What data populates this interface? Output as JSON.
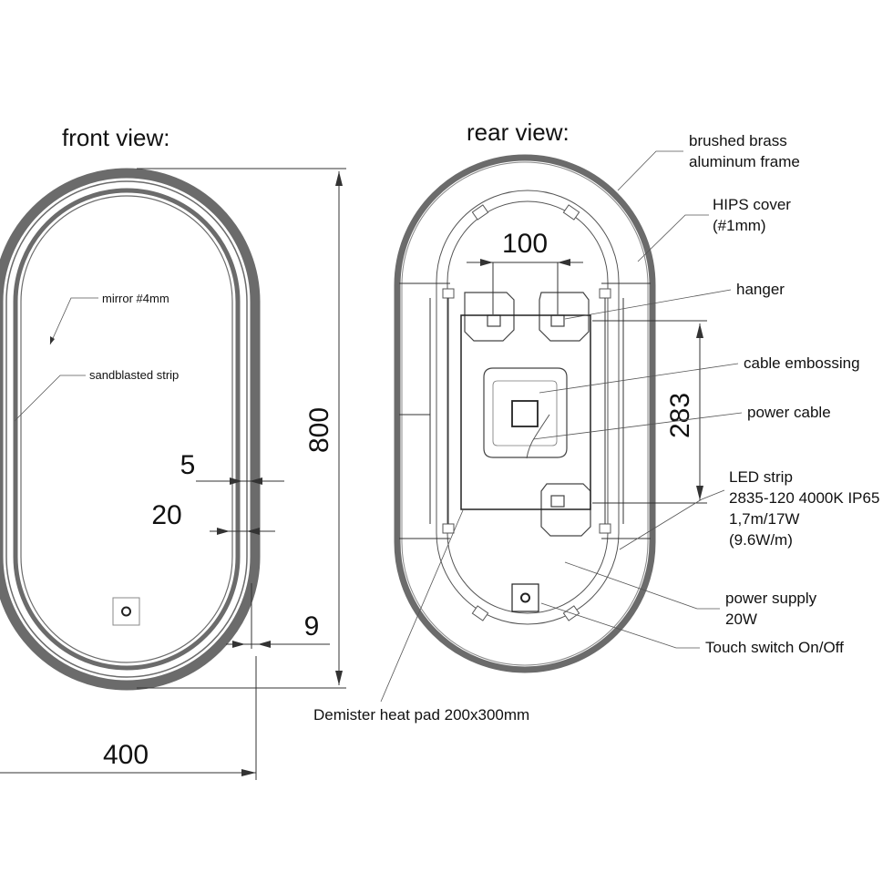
{
  "views": {
    "front_title": "front view:",
    "rear_title": "rear view:"
  },
  "front": {
    "mirror_label": "mirror #4mm",
    "sandblast_label": "sandblasted strip",
    "dim_height": "800",
    "dim_width": "400",
    "dim_5": "5",
    "dim_20": "20",
    "dim_9": "9"
  },
  "rear": {
    "dim_hanger_spacing": "100",
    "dim_pad_height": "283",
    "frame_label_1": "brushed brass",
    "frame_label_2": "aluminum frame",
    "hips_label_1": "HIPS cover",
    "hips_label_2": "(#1mm)",
    "hanger_label": "hanger",
    "embossing_label": "cable embossing",
    "power_cable_label": "power cable",
    "led_label_1": "LED strip",
    "led_label_2": "2835-120 4000K IP65",
    "led_label_3": "1,7m/17W",
    "led_label_4": "(9.6W/m)",
    "psu_label_1": "power supply",
    "psu_label_2": "20W",
    "touch_label": "Touch switch On/Off",
    "demister_label": "Demister heat pad 200x300mm"
  },
  "colors": {
    "frame": "#6b6b6b",
    "line": "#333333",
    "text": "#111111"
  }
}
